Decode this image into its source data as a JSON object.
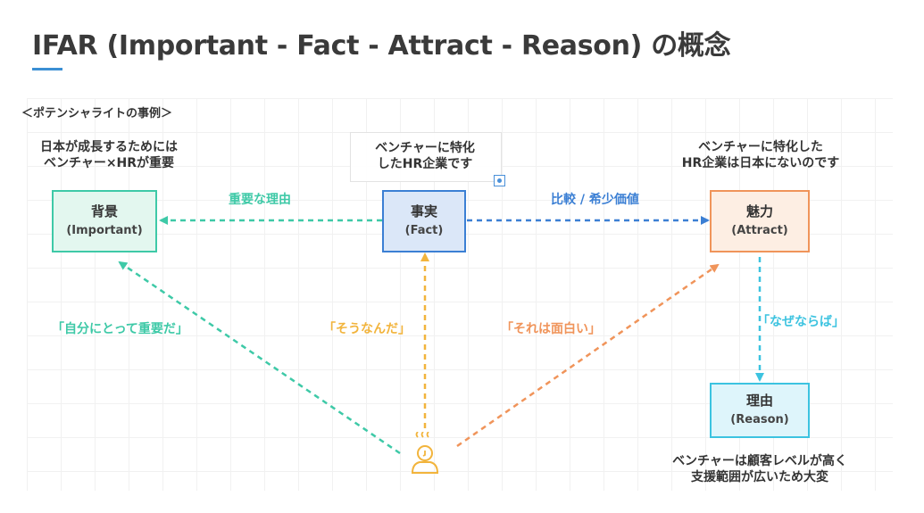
{
  "title": "IFAR (Important - Fact - Attract - Reason) の概念",
  "subtitle": "＜ポテンシャライトの事例＞",
  "notes": {
    "important": [
      "日本が成長するためには",
      "ベンチャー×HRが重要"
    ],
    "fact": [
      "ベンチャーに特化",
      "したHR企業です"
    ],
    "attract": [
      "ベンチャーに特化した",
      "HR企業は日本にないのです"
    ],
    "reason": [
      "ベンチャーは顧客レベルが高く",
      "支援範囲が広いため大変"
    ]
  },
  "nodes": {
    "important": {
      "label": "背景",
      "sub": "(Important)"
    },
    "fact": {
      "label": "事実",
      "sub": "(Fact)"
    },
    "attract": {
      "label": "魅力",
      "sub": "(Attract)"
    },
    "reason": {
      "label": "理由",
      "sub": "(Reason)"
    }
  },
  "edges": {
    "fact_to_important": "重要な理由",
    "fact_to_attract": "比較 / 希少価値",
    "person_to_important": "「自分にとって重要だ」",
    "person_to_fact": "「そうなんだ」",
    "person_to_attract": "「それは面白い」",
    "attract_to_reason": "「なぜならば」"
  },
  "colors": {
    "teal": "#3ec9a7",
    "blue": "#3b7fd4",
    "orange": "#f0945a",
    "yellow": "#f2b43c",
    "cyan": "#3cc3e0"
  },
  "icons": {
    "person": "person-thinking-icon",
    "selection": "selection-anchor-icon"
  }
}
